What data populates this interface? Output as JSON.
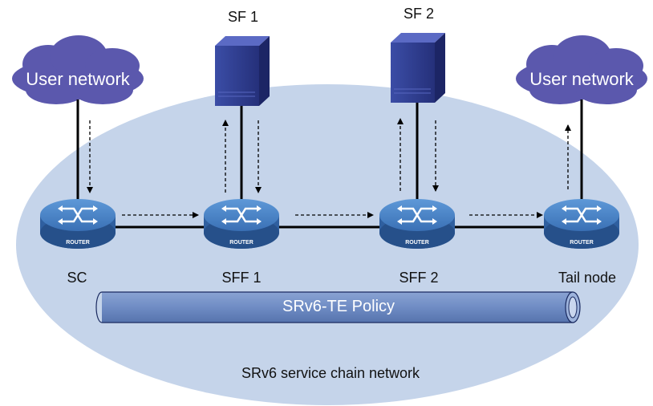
{
  "network_label": "SRv6 service chain network",
  "policy_label": "SRv6-TE Policy",
  "clouds": [
    {
      "id": "left",
      "label": "User network"
    },
    {
      "id": "right",
      "label": "User network"
    }
  ],
  "servers": [
    {
      "id": "sf1",
      "label": "SF 1"
    },
    {
      "id": "sf2",
      "label": "SF 2"
    }
  ],
  "routers": [
    {
      "id": "sc",
      "label": "SC",
      "badge": "ROUTER"
    },
    {
      "id": "sff1",
      "label": "SFF 1",
      "badge": "ROUTER"
    },
    {
      "id": "sff2",
      "label": "SFF 2",
      "badge": "ROUTER"
    },
    {
      "id": "tail",
      "label": "Tail node",
      "badge": "ROUTER"
    }
  ],
  "colors": {
    "ellipse": "#c5d4ea",
    "cloud": "#5b58ad",
    "router_body": "#2f5f9f",
    "router_top": "#4c86c8",
    "tube": "#6f8cc4",
    "server": "#2a3a8c",
    "link": "#000000"
  }
}
